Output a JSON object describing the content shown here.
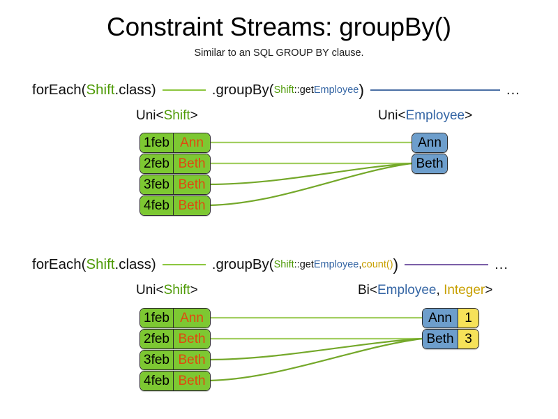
{
  "header": {
    "title": "Constraint Streams: groupBy()",
    "subtitle": "Similar to an SQL GROUP BY clause."
  },
  "colors": {
    "shift_green": "#4e9a06",
    "employee_blue": "#3465a4",
    "count_gold": "#c8a000",
    "box_green_fill": "#7dc832",
    "box_blue_fill": "#6d9ecc",
    "box_yellow_fill": "#f6e259",
    "name_orange": "#e0490f",
    "link_green": "#74a82a",
    "rule_green": "#8cc63f",
    "rule_blue": "#4a6fa5",
    "rule_purple": "#7b5ea7",
    "box_stroke": "#2b2b2b"
  },
  "section1": {
    "code": {
      "foreach_open": "forEach(",
      "foreach_type": "Shift",
      "foreach_close": ".class)",
      "groupby_open": ".groupBy(",
      "mapper_type": "Shift",
      "mapper_sep": "::get",
      "mapper_prop": "Employee",
      "groupby_close": ")",
      "ellipsis": "..."
    },
    "left_label": {
      "prefix": "Uni<",
      "type": "Shift",
      "suffix": ">"
    },
    "right_label": {
      "prefix": "Uni<",
      "type": "Employee",
      "suffix": ">"
    },
    "shifts": [
      {
        "date": "1feb",
        "employee": "Ann"
      },
      {
        "date": "2feb",
        "employee": "Beth"
      },
      {
        "date": "3feb",
        "employee": "Beth"
      },
      {
        "date": "4feb",
        "employee": "Beth"
      }
    ],
    "groups": [
      {
        "employee": "Ann"
      },
      {
        "employee": "Beth"
      }
    ],
    "links": [
      {
        "from": 0,
        "to": 0
      },
      {
        "from": 1,
        "to": 1
      },
      {
        "from": 2,
        "to": 1
      },
      {
        "from": 3,
        "to": 1
      }
    ]
  },
  "section2": {
    "code": {
      "foreach_open": "forEach(",
      "foreach_type": "Shift",
      "foreach_close": ".class)",
      "groupby_open": ".groupBy(",
      "mapper_type": "Shift",
      "mapper_sep": "::get",
      "mapper_prop": "Employee",
      "mapper_comma": ", ",
      "collector": "count()",
      "groupby_close": ")",
      "ellipsis": "..."
    },
    "left_label": {
      "prefix": "Uni<",
      "type": "Shift",
      "suffix": ">"
    },
    "right_label": {
      "prefix": "Bi<",
      "type": "Employee",
      "comma": ", ",
      "type2": "Integer",
      "suffix": ">"
    },
    "shifts": [
      {
        "date": "1feb",
        "employee": "Ann"
      },
      {
        "date": "2feb",
        "employee": "Beth"
      },
      {
        "date": "3feb",
        "employee": "Beth"
      },
      {
        "date": "4feb",
        "employee": "Beth"
      }
    ],
    "groups": [
      {
        "employee": "Ann",
        "count": "1"
      },
      {
        "employee": "Beth",
        "count": "3"
      }
    ],
    "links": [
      {
        "from": 0,
        "to": 0
      },
      {
        "from": 1,
        "to": 1
      },
      {
        "from": 2,
        "to": 1
      },
      {
        "from": 3,
        "to": 1
      }
    ]
  }
}
